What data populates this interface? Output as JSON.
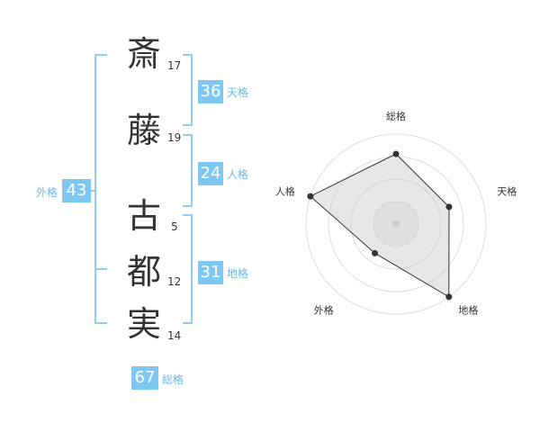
{
  "name": {
    "chars": [
      {
        "char": "斎",
        "strokes": "17"
      },
      {
        "char": "藤",
        "strokes": "19"
      },
      {
        "char": "古",
        "strokes": "5"
      },
      {
        "char": "都",
        "strokes": "12"
      },
      {
        "char": "実",
        "strokes": "14"
      }
    ]
  },
  "fortune": {
    "tenkaku": {
      "value": "36",
      "label": "天格"
    },
    "jinkaku": {
      "value": "24",
      "label": "人格"
    },
    "chikaku": {
      "value": "31",
      "label": "地格"
    },
    "gaikaku": {
      "value": "43",
      "label": "外格"
    },
    "soukaku": {
      "value": "67",
      "label": "総格"
    }
  },
  "colors": {
    "accent": "#7fc7f3",
    "label": "#6ab8e8",
    "bracket": "#8fcdf5",
    "text": "#333333"
  },
  "chart_data": {
    "type": "radar",
    "axes": [
      "総格",
      "天格",
      "地格",
      "外格",
      "人格"
    ],
    "values": [
      0.78,
      0.62,
      1.0,
      0.4,
      1.0
    ],
    "rings": 4,
    "max": 1.0
  }
}
